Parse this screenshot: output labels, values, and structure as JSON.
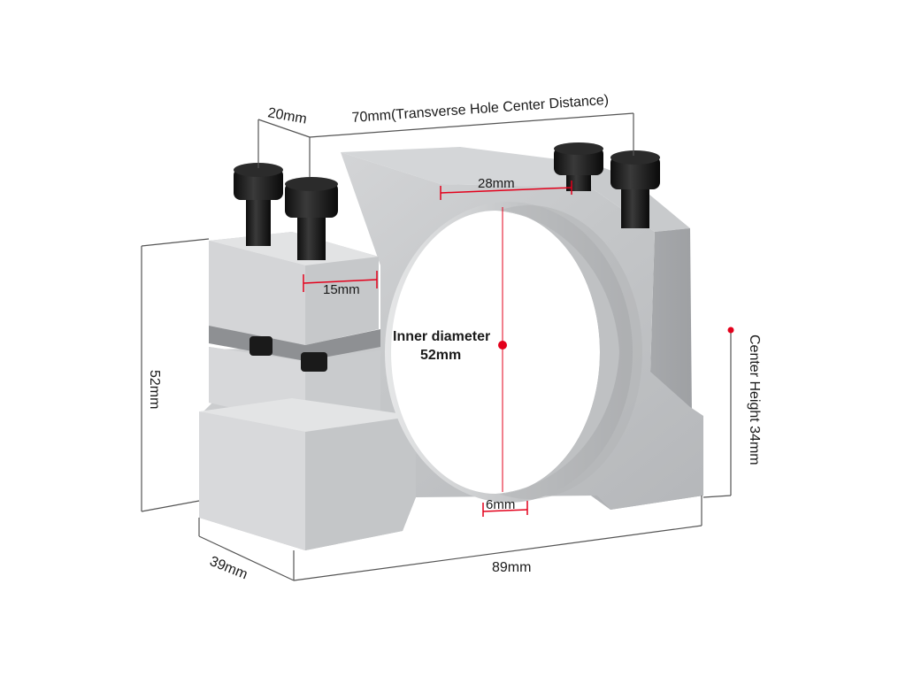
{
  "dimensions": {
    "width_top": "20mm",
    "transverse_hole_distance": "70mm(Transverse Hole Center Distance)",
    "top_flat": "28mm",
    "lug_width": "15mm",
    "inner_diameter_label": "Inner diameter",
    "inner_diameter_value": "52mm",
    "height": "52mm",
    "center_height": "Center Height  34mm",
    "bottom_thickness": "6mm",
    "depth": "39mm",
    "length": "89mm"
  },
  "colors": {
    "dimension_line": "#555555",
    "red_marker": "#e3001b",
    "metal_face": "#c9cbcd",
    "metal_top": "#dfe0e1",
    "metal_side": "#a9abae",
    "bore_inner": "#b8babc",
    "screw": "#1b1b1b"
  }
}
